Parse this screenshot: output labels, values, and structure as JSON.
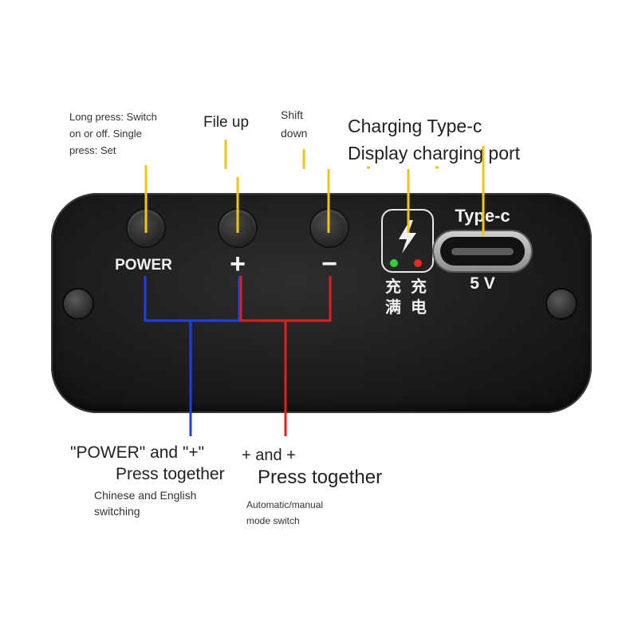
{
  "callouts": {
    "power_note": [
      "Long press: Switch",
      "on or off. Single",
      "press: Set"
    ],
    "file_up": "File up",
    "shift_down": [
      "Shift",
      "down"
    ],
    "charging_line1": "Charging Type-c",
    "charging_line2": "Display charging port"
  },
  "panel": {
    "power_label": "POWER",
    "plus_label": "+",
    "minus_label": "−",
    "type_c_label": "Type-c",
    "voltage_label": "5 V",
    "indicator_full": [
      "充",
      "满"
    ],
    "indicator_charging": [
      "充",
      "电"
    ]
  },
  "combos": {
    "power_plus_line1": "\"POWER\" and \"+\"",
    "power_plus_line2": "Press together",
    "power_plus_note": [
      "Chinese and English",
      "switching"
    ],
    "plus_minus_line1": "+ and +",
    "plus_minus_line2": "Press together",
    "plus_minus_note": [
      "Automatic/manual",
      "mode switch"
    ]
  },
  "colors": {
    "pointer_yellow": "#f2c418",
    "combo_blue": "#1f3fe6",
    "combo_red": "#e0201c",
    "led_green": "#2fd13a",
    "led_red": "#e5291f"
  }
}
